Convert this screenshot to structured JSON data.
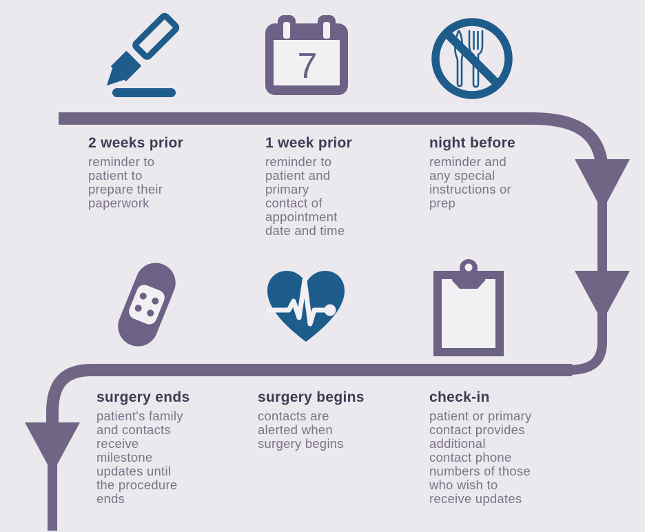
{
  "palette": {
    "background": "#ebe9ed",
    "path_color": "#6f6685",
    "icon_purple": "#6b6285",
    "icon_blue": "#1e5c8c",
    "icon_inner": "#f2f0f3",
    "heading_color": "#3e3b54",
    "body_color": "#7b7389"
  },
  "steps": [
    {
      "key": "2-weeks-prior",
      "icon": "marker-icon",
      "title": "2 weeks prior",
      "description": "reminder to\npatient to\nprepare their\npaperwork"
    },
    {
      "key": "1-week-prior",
      "icon": "calendar-icon",
      "calendar_day": "7",
      "title": "1 week prior",
      "description": "reminder to\npatient and\nprimary\ncontact of\nappointment\ndate and time"
    },
    {
      "key": "night-before",
      "icon": "no-food-icon",
      "title": "night before",
      "description": "reminder and\nany special\ninstructions or\nprep"
    },
    {
      "key": "surgery-ends",
      "icon": "bandage-icon",
      "title": "surgery ends",
      "description": "patient's family\nand contacts\nreceive\nmilestone\nupdates until\nthe procedure\nends"
    },
    {
      "key": "surgery-begins",
      "icon": "heart-ekg-icon",
      "title": "surgery begins",
      "description": "contacts are\nalerted when\nsurgery begins"
    },
    {
      "key": "check-in",
      "icon": "clipboard-icon",
      "title": "check-in",
      "description": "patient or primary\ncontact provides\nadditional\ncontact phone\nnumbers of those\nwho wish to\nreceive updates"
    }
  ]
}
